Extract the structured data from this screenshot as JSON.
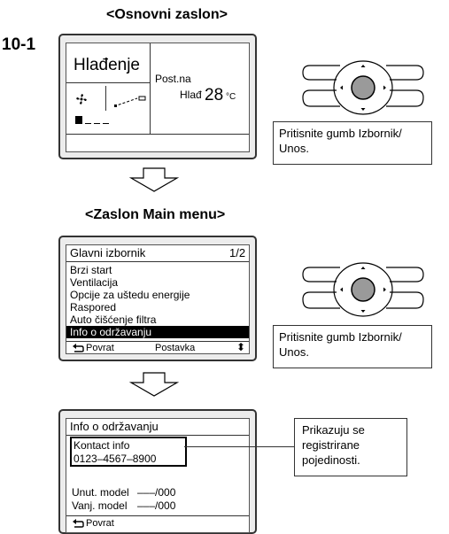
{
  "headings": {
    "basic_screen": "<Osnovni zaslon>",
    "main_menu_screen": "<Zaslon Main menu>"
  },
  "step_number": "10-1",
  "screen1": {
    "mode": "Hlađenje",
    "setpoint_label": "Post.na",
    "setpoint_mode": "Hlađ",
    "temperature": "28",
    "unit": "°C"
  },
  "callout1": {
    "text": "Pritisnite gumb Izbornik/ Unos."
  },
  "screen2": {
    "title": "Glavni izbornik",
    "page": "1/2",
    "items": [
      "Brzi start",
      "Ventilacija",
      "Opcije za uštedu energije",
      "Raspored",
      "Auto čišćenje filtra",
      "Info o održavanju"
    ],
    "footer_back": "Povrat",
    "footer_setting": "Postavka",
    "footer_arrows": "⬍"
  },
  "callout2": {
    "text": "Pritisnite gumb Izbornik/ Unos."
  },
  "screen3": {
    "title": "Info o održavanju",
    "contact_label": "Kontact info",
    "contact_phone": "0123–4567–8900",
    "indoor_label": "Unut. model",
    "indoor_value": "–––/000",
    "outdoor_label": "Vanj. model",
    "outdoor_value": "–––/000",
    "footer_back": "Povrat"
  },
  "callout3": {
    "text": "Prikazuju se registrirane pojedinosti."
  }
}
